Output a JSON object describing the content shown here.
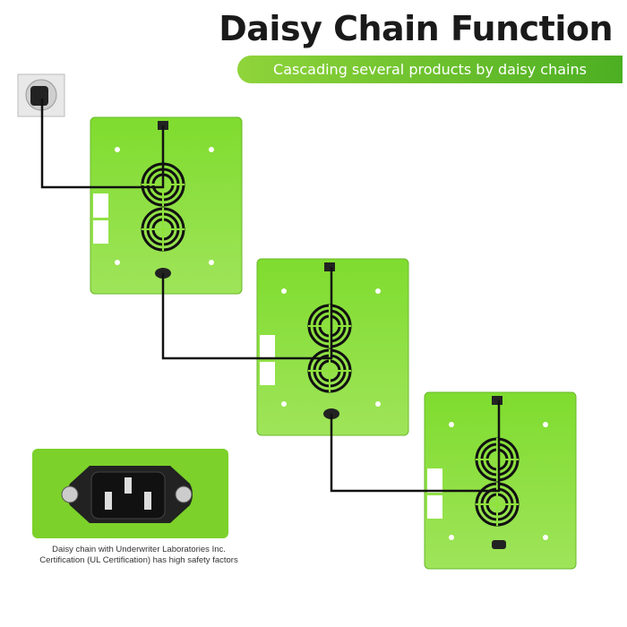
{
  "header": {
    "title": "Daisy Chain Function",
    "subtitle": "Cascading several products by daisy chains"
  },
  "inset": {
    "caption_line1": "Daisy chain with Underwriter Laboratories Inc.",
    "caption_line2": "Certification (UL Certification) has high safety factors"
  },
  "colors": {
    "panel_green": "#8ee33a",
    "accent_green": "#5cbf2a",
    "cable": "#111111"
  }
}
